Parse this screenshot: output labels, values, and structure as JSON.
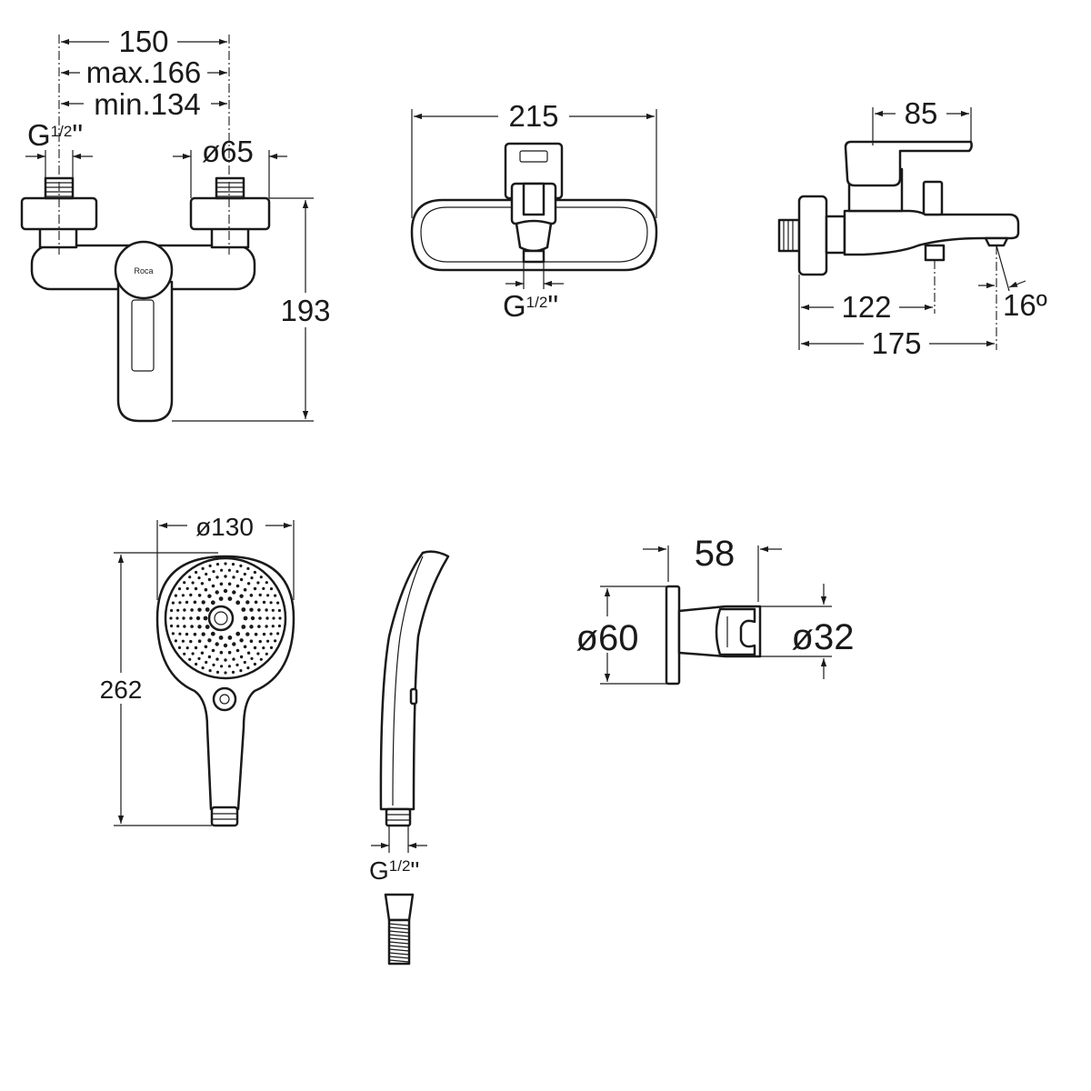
{
  "views": {
    "mixer_front": {
      "width": "150",
      "max": "max.166",
      "min": "min.134",
      "thread": "G",
      "thread_frac": "1/2",
      "thread_unit": "\"",
      "diameter": "ø65",
      "height": "193",
      "logo": "Roca"
    },
    "mixer_top": {
      "width": "215",
      "thread": "G",
      "thread_frac": "1/2",
      "thread_unit": "\""
    },
    "mixer_side": {
      "handle_depth": "85",
      "outlet_depth": "122",
      "spout_length": "175",
      "spout_angle": "16º"
    },
    "hand_shower_front": {
      "head_diameter": "ø130",
      "length": "262"
    },
    "hand_shower_side": {
      "thread": "G",
      "thread_frac": "1/2",
      "thread_unit": "\""
    },
    "wall_support": {
      "depth": "58",
      "base_diameter": "ø60",
      "holder_diameter": "ø32"
    }
  }
}
